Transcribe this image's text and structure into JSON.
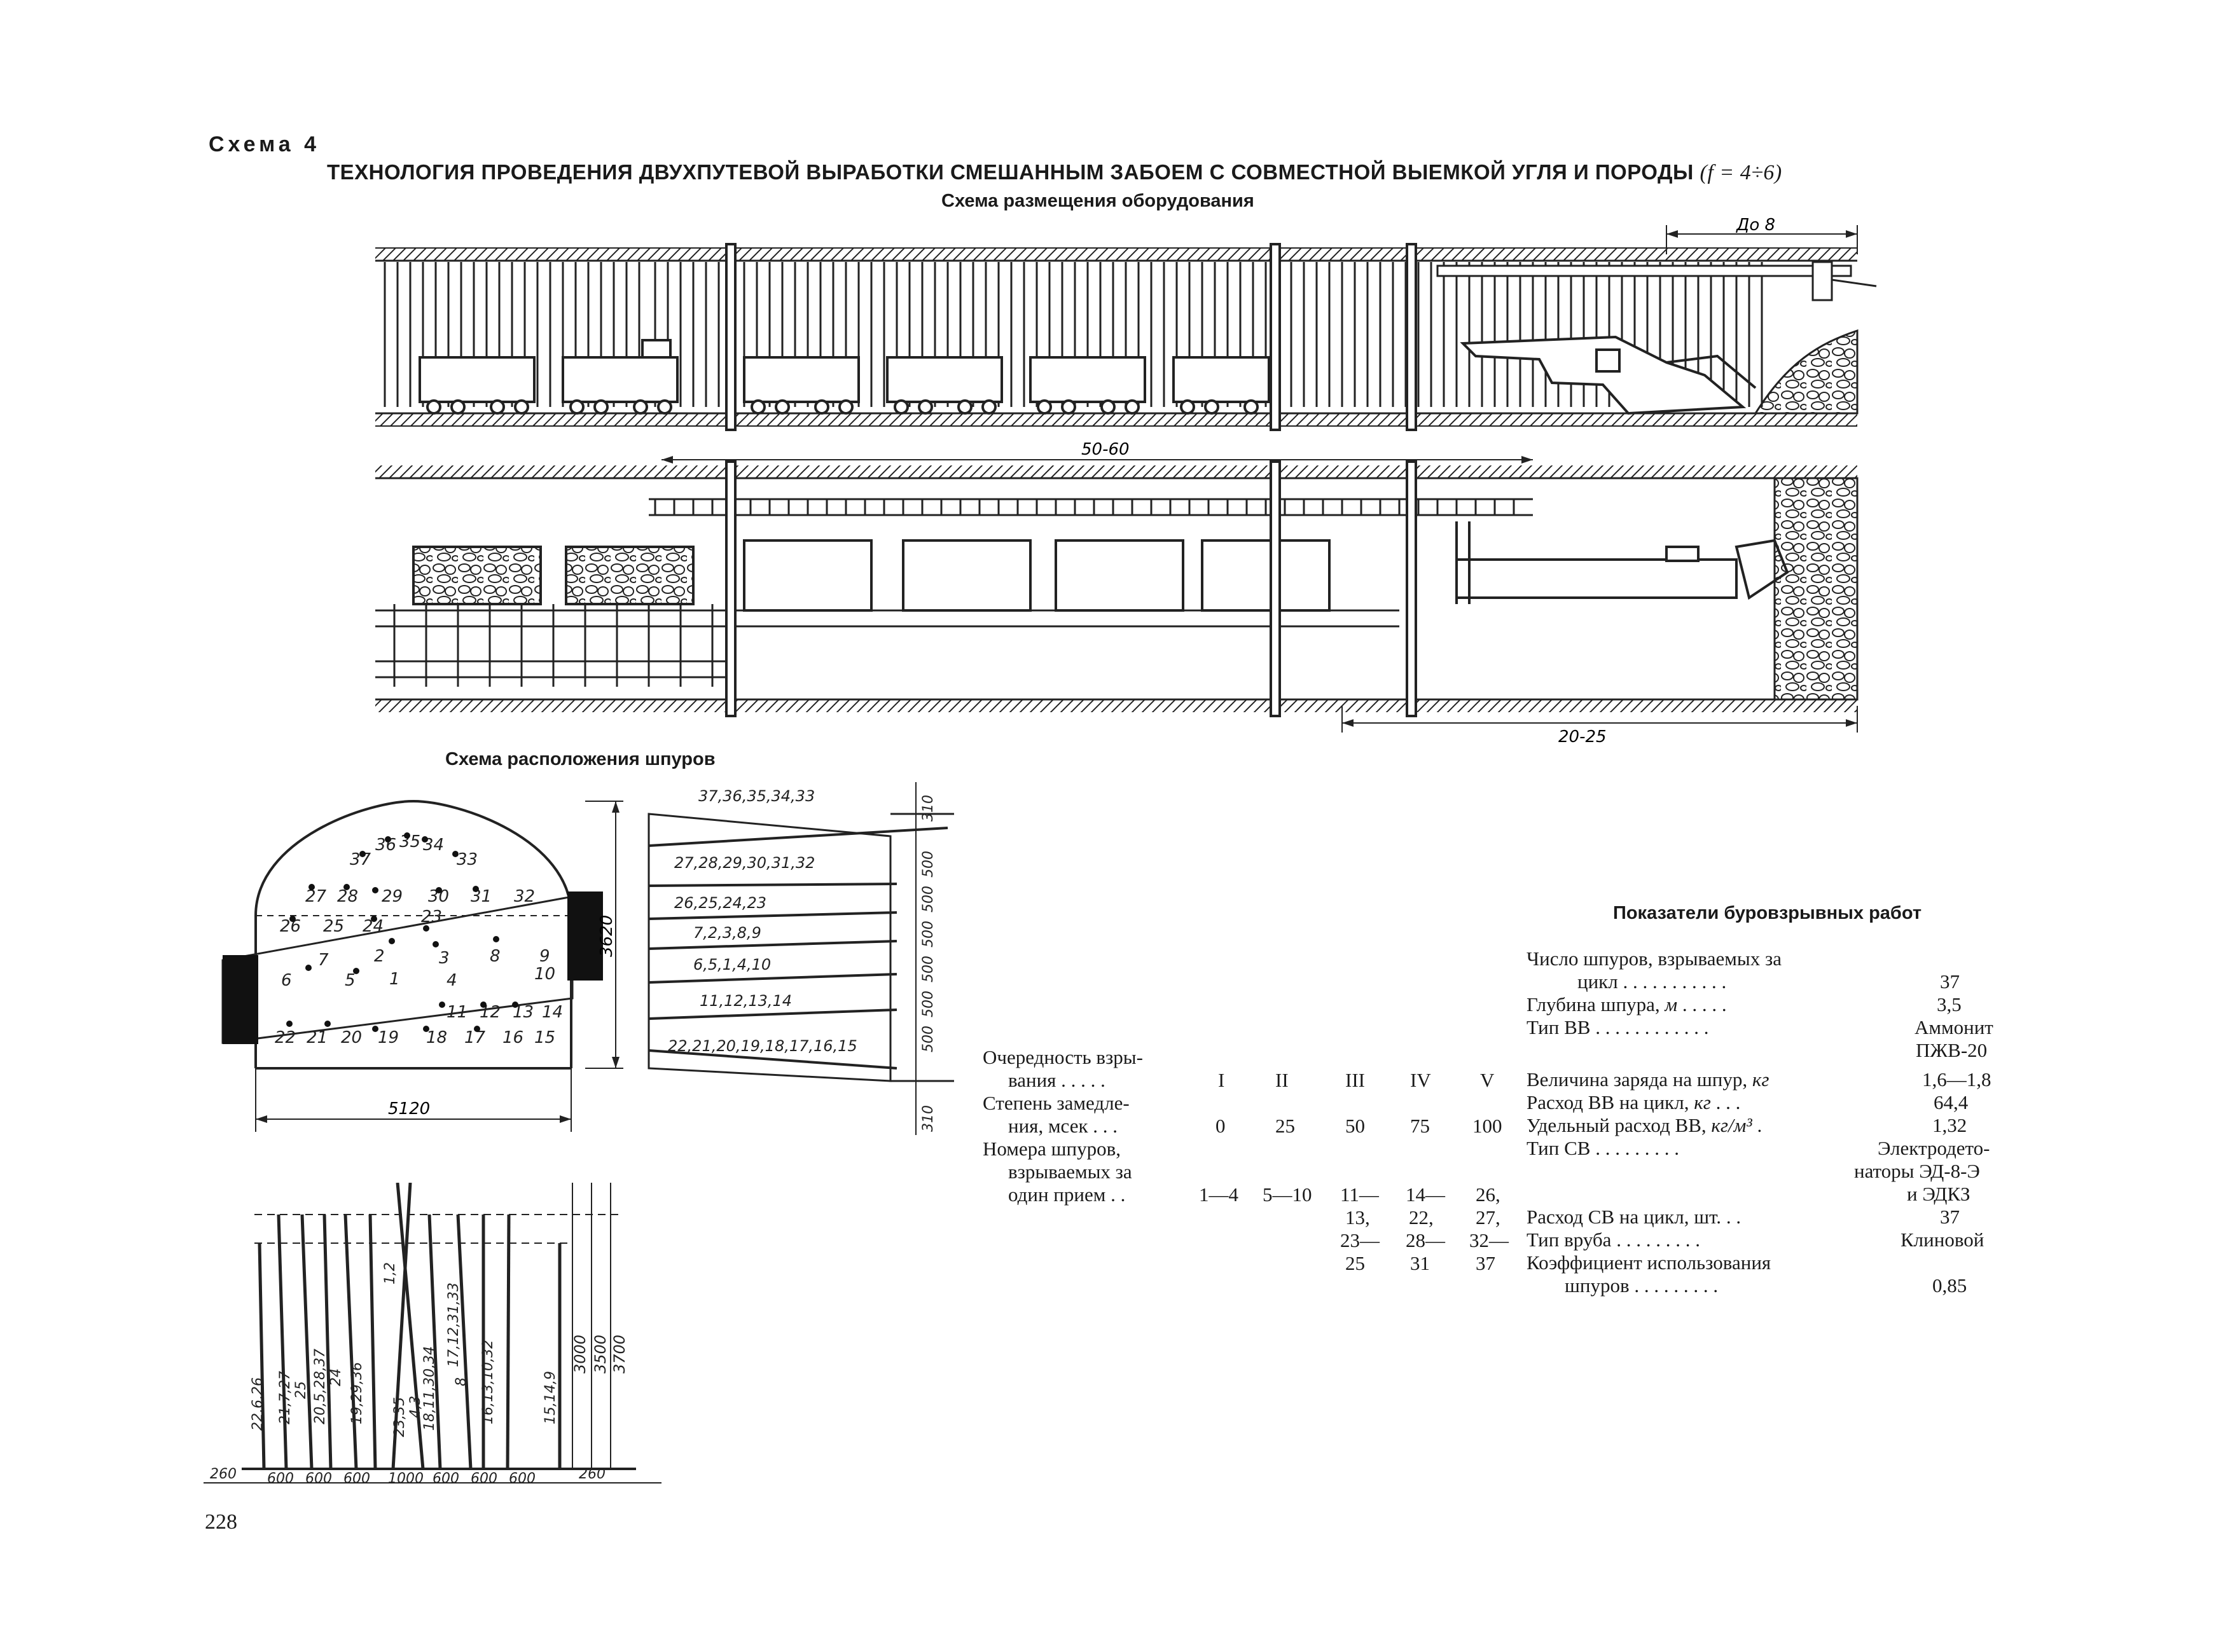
{
  "header": {
    "scheme_label": "Схема 4",
    "title": "ТЕХНОЛОГИЯ ПРОВЕДЕНИЯ ДВУХПУТЕВОЙ ВЫРАБОТКИ СМЕШАННЫМ ЗАБОЕМ С СОВМЕСТНОЙ ВЫЕМКОЙ УГЛЯ И ПОРОДЫ",
    "title_formula": "(f = 4÷6)"
  },
  "equipment": {
    "title": "Схема размещения оборудования",
    "dims": {
      "do8": "До 8",
      "d5060": "50-60",
      "d2025": "20-25"
    }
  },
  "holes": {
    "title": "Схема расположения шпуров",
    "width_dim": "5120",
    "height_dim": "3620",
    "numbers": {
      "n37": "37",
      "n36": "36",
      "n35": "35",
      "n34": "34",
      "n33": "33",
      "n27": "27",
      "n28": "28",
      "n29": "29",
      "n30": "30",
      "n31": "31",
      "n32": "32",
      "n26": "26",
      "n25": "25",
      "n24": "24",
      "n23": "23",
      "n7": "7",
      "n2": "2",
      "n3": "3",
      "n8": "8",
      "n9": "9",
      "n6": "6",
      "n5": "5",
      "n1": "1",
      "n4": "4",
      "n10": "10",
      "n11": "11",
      "n12": "12",
      "n13": "13",
      "n14": "14",
      "n22": "22",
      "n21": "21",
      "n20": "20",
      "n19": "19",
      "n18": "18",
      "n17": "17",
      "n16": "16",
      "n15": "15"
    },
    "side_rows": [
      "37,36,35,34,33",
      "27,28,29,30,31,32",
      "26,25,24,23",
      "7,2,3,8,9",
      "6,5,1,4,10",
      "11,12,13,14",
      "22,21,20,19,18,17,16,15"
    ],
    "side_dims": [
      "310",
      "500",
      "500",
      "500",
      "500",
      "500",
      "500",
      "310"
    ]
  },
  "plan_view": {
    "top_labels": [
      "22,6,26",
      "21,7,27",
      "25",
      "20,5,28,37",
      "24",
      "19,29,36",
      "23,35",
      "4,3",
      "1,2",
      "18,11,30,34",
      "17,12,31,33",
      "8",
      "16,13,10,32",
      "15,14,9"
    ],
    "depths": [
      "3000",
      "3500",
      "3700"
    ],
    "bottom_dims": [
      "260",
      "600",
      "600",
      "600",
      "1000",
      "600",
      "600",
      "600",
      "260"
    ]
  },
  "sequence": {
    "labels": {
      "order": [
        "Очередность взры-",
        "вания . . . . ."
      ],
      "delay": [
        "Степень замедле-",
        "ния, мсек . . ."
      ],
      "holes": [
        "Номера шпуров,",
        "взрываемых за",
        "один прием . ."
      ]
    },
    "columns": [
      "I",
      "II",
      "III",
      "IV",
      "V"
    ],
    "delays": [
      "0",
      "25",
      "50",
      "75",
      "100"
    ],
    "hole_groups": [
      [
        "1—4"
      ],
      [
        "5—10"
      ],
      [
        "11—",
        "13,",
        "23—",
        "25"
      ],
      [
        "14—",
        "22,",
        "28—",
        "31"
      ],
      [
        "26,",
        "27,",
        "32—",
        "37"
      ]
    ]
  },
  "indicators": {
    "title": "Показатели буровзрывных работ",
    "rows": [
      {
        "label": "Число шпуров, взрываемых за",
        "label2": "цикл . . . . . . . . . . .",
        "value": [
          "37"
        ]
      },
      {
        "label": "Глубина шпура,",
        "unit": "м",
        "dots": ". . . . .",
        "value": [
          "3,5"
        ]
      },
      {
        "label": "Тип ВВ",
        "dots": ". . . . . . . . . . . .",
        "value": [
          "Аммонит",
          "ПЖВ-20"
        ]
      },
      {
        "label": "Величина заряда на шпур,",
        "unit": "кг",
        "dots": "",
        "value": [
          "1,6—1,8"
        ]
      },
      {
        "label": "Расход ВВ на цикл,",
        "unit": "кг",
        "dots": ". . .",
        "value": [
          "64,4"
        ]
      },
      {
        "label": "Удельный расход ВВ,",
        "unit": "кг/м³",
        "dots": ".",
        "value": [
          "1,32"
        ]
      },
      {
        "label": "Тип СВ",
        "dots": ". . . . . . . . .",
        "value": [
          "Электродето-",
          "наторы ЭД-8-Э",
          "и ЭДКЗ"
        ]
      },
      {
        "label": "Расход СВ на цикл, шт.",
        "dots": ". .",
        "value": [
          "37"
        ]
      },
      {
        "label": "Тип вруба",
        "dots": ". . . . . . . . .",
        "value": [
          "Клиновой"
        ]
      },
      {
        "label": "Коэффициент использования",
        "label2": "шпуров . . . . . . . . .",
        "value": [
          "0,85"
        ]
      }
    ]
  },
  "page_number": "228"
}
